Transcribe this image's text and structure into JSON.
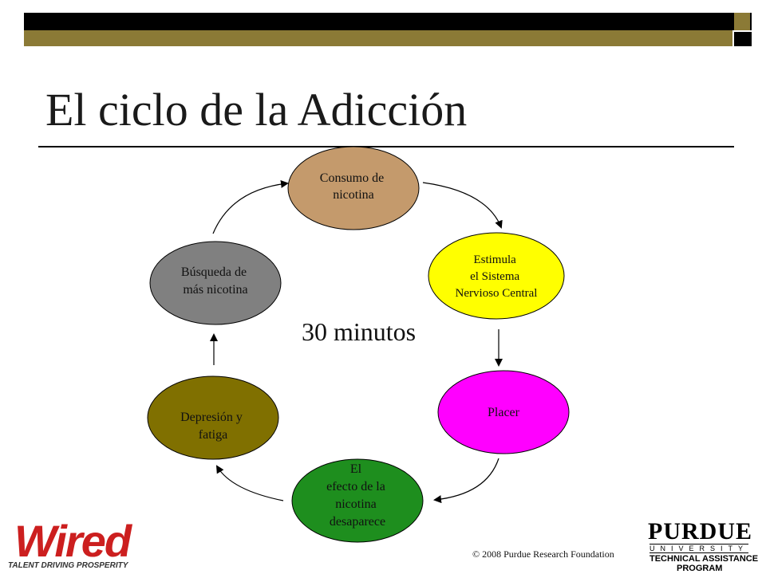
{
  "slide": {
    "title": "El ciclo de la Adicción",
    "center_label": "30 minutos",
    "copyright": "© 2008 Purdue Research Foundation"
  },
  "diagram": {
    "nodes": [
      {
        "id": "consumo",
        "lines": [
          "Consumo de",
          "nicotina"
        ],
        "color": "#C49A6C"
      },
      {
        "id": "estimula",
        "lines": [
          "Estimula",
          "el Sistema",
          "Nervioso Central"
        ],
        "color": "#FFFF00"
      },
      {
        "id": "placer",
        "lines": [
          "Placer"
        ],
        "color": "#FF00FF"
      },
      {
        "id": "efecto",
        "lines": [
          "El",
          "efecto de la",
          "nicotina",
          "desaparece"
        ],
        "color": "#1E8E1E"
      },
      {
        "id": "depresion",
        "lines": [
          "Depresión y",
          "fatiga"
        ],
        "color": "#807000"
      },
      {
        "id": "busqueda",
        "lines": [
          "Búsqueda de",
          "más nicotina"
        ],
        "color": "#808080"
      }
    ]
  },
  "logos": {
    "wired": {
      "main": "Wired",
      "tagline": "TALENT DRIVING PROSPERITY"
    },
    "purdue": {
      "name": "PURDUE",
      "sub": "UNIVERSITY",
      "line1": "TECHNICAL ASSISTANCE",
      "line2": "PROGRAM"
    }
  }
}
